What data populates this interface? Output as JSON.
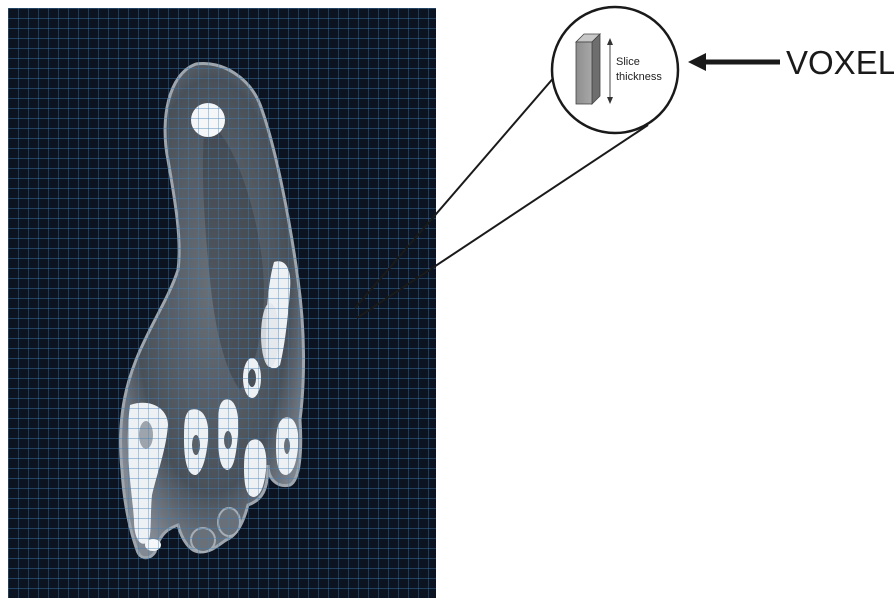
{
  "callout": {
    "label": "VOXEL",
    "slice_label_line1": "Slice",
    "slice_label_line2": "thickness"
  },
  "colors": {
    "scan_background": "#0b1420",
    "grid_line": "#3f7fb8",
    "tissue": "#8a8f96",
    "bone": "#f4f6f8",
    "voxel_face": "#9a9a9a",
    "voxel_side": "#6e6e6e",
    "voxel_top": "#c8c8c8",
    "stroke": "#1a1a1a"
  },
  "icons": {
    "voxel": "voxel-prism-icon",
    "pointer": "arrow-left-icon",
    "slice": "double-arrow-vertical-icon"
  }
}
